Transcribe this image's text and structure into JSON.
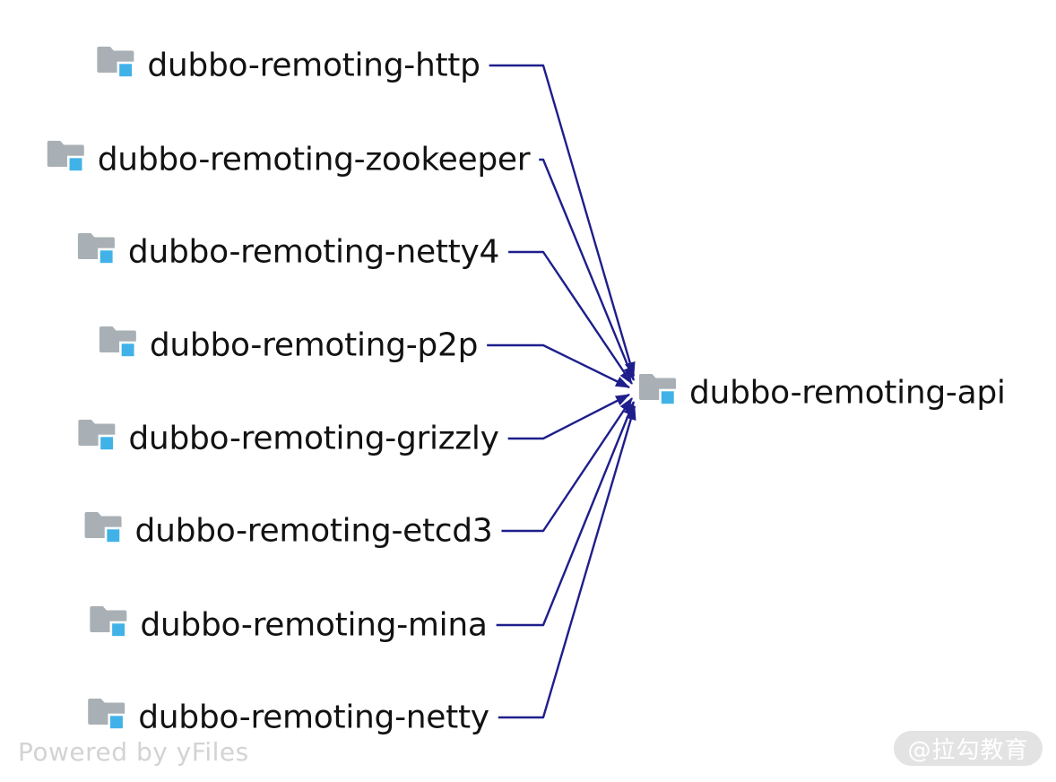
{
  "diagram": {
    "type": "dependency-graph",
    "colors": {
      "edge": "#1e1e8c",
      "folder": "#a9b0b5",
      "folder_accent": "#41b2e8",
      "label": "#121212",
      "background": "#ffffff"
    },
    "sources": [
      {
        "id": "http",
        "label": "dubbo-remoting-http"
      },
      {
        "id": "zookeeper",
        "label": "dubbo-remoting-zookeeper"
      },
      {
        "id": "netty4",
        "label": "dubbo-remoting-netty4"
      },
      {
        "id": "p2p",
        "label": "dubbo-remoting-p2p"
      },
      {
        "id": "grizzly",
        "label": "dubbo-remoting-grizzly"
      },
      {
        "id": "etcd3",
        "label": "dubbo-remoting-etcd3"
      },
      {
        "id": "mina",
        "label": "dubbo-remoting-mina"
      },
      {
        "id": "netty",
        "label": "dubbo-remoting-netty"
      }
    ],
    "target": {
      "id": "api",
      "label": "dubbo-remoting-api"
    },
    "edges": [
      {
        "from": "http",
        "to": "api"
      },
      {
        "from": "zookeeper",
        "to": "api"
      },
      {
        "from": "netty4",
        "to": "api"
      },
      {
        "from": "p2p",
        "to": "api"
      },
      {
        "from": "grizzly",
        "to": "api"
      },
      {
        "from": "etcd3",
        "to": "api"
      },
      {
        "from": "mina",
        "to": "api"
      },
      {
        "from": "netty",
        "to": "api"
      }
    ]
  },
  "watermark": {
    "text": "Powered by yFiles"
  },
  "badge": {
    "text": "@拉勾教育"
  }
}
